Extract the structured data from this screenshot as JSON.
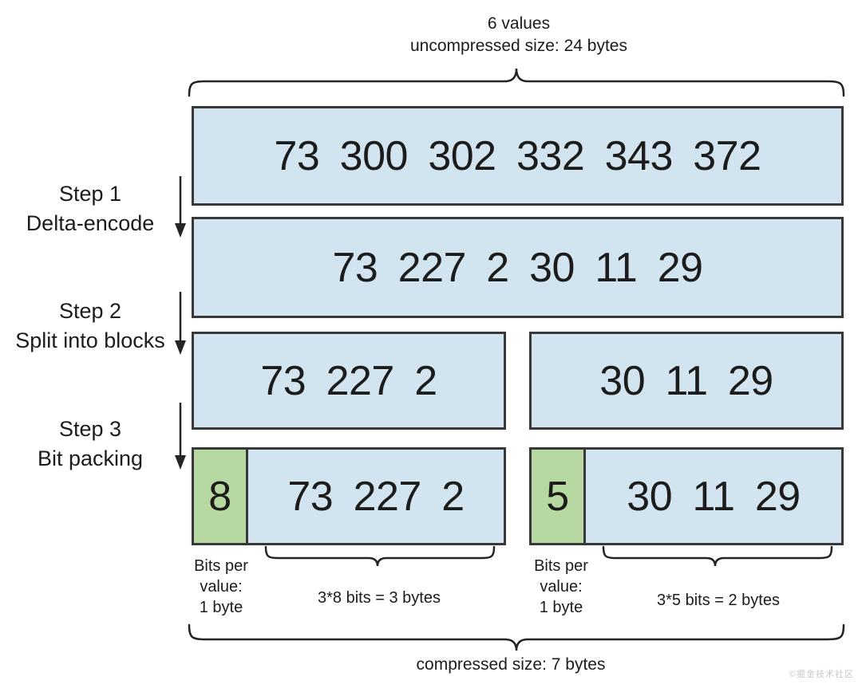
{
  "header": {
    "label": "6 values\nuncompressed size: 24 bytes"
  },
  "steps": [
    {
      "label": "Step 1\nDelta-encode"
    },
    {
      "label": "Step 2\nSplit into blocks"
    },
    {
      "label": "Step 3\nBit packing"
    }
  ],
  "boxes": {
    "original": {
      "values": "73 300 302 332 343 372"
    },
    "delta": {
      "values": "73 227 2 30 11 29"
    },
    "block_left": {
      "values": "73 227 2"
    },
    "block_right": {
      "values": "30 11 29"
    },
    "packed_left": {
      "bits_per_value": "8",
      "values": "73 227 2"
    },
    "packed_right": {
      "bits_per_value": "5",
      "values": "30 11 29"
    }
  },
  "annotations": {
    "bits_left": "Bits per\nvalue:\n1 byte",
    "bytes_left": "3*8 bits = 3 bytes",
    "bits_right": "Bits per\nvalue:\n1 byte",
    "bytes_right": "3*5 bits = 2 bytes",
    "compressed": "compressed size: 7 bytes"
  },
  "watermark": "©掘金技术社区",
  "colors": {
    "box_blue": "#d3e4f1",
    "box_green": "#b7d8a0",
    "border": "#383838",
    "line": "#242424",
    "text": "#1c1c1c",
    "watermark": "#c9c9c9"
  }
}
